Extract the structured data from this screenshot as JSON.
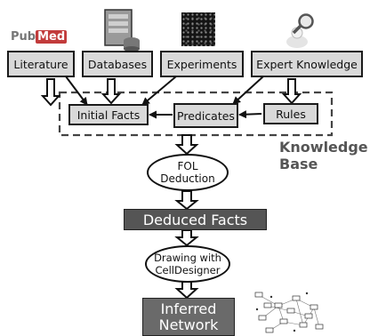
{
  "sources": {
    "pubmed_logo": {
      "text_a": "Pub",
      "text_b": "Med"
    },
    "literature": "Literature",
    "databases": "Databases",
    "experiments": "Experiments",
    "expert_knowledge": "Expert Knowledge"
  },
  "knowledge_base": {
    "initial_facts": "Initial Facts",
    "predicates": "Predicates",
    "rules": "Rules",
    "label_line1": "Knowledge",
    "label_line2": "Base"
  },
  "fol_deduction": {
    "line1": "FOL",
    "line2": "Deduction"
  },
  "deduced_facts": "Deduced Facts",
  "drawing": {
    "line1": "Drawing with",
    "line2": "CellDesigner"
  },
  "inferred_network": {
    "line1": "Inferred",
    "line2": "Network"
  },
  "colors": {
    "box_fill": "#d9d9d9",
    "dark_fill": "#555555",
    "kb_label": "#555555",
    "pubmed_red": "#c23b3b"
  }
}
